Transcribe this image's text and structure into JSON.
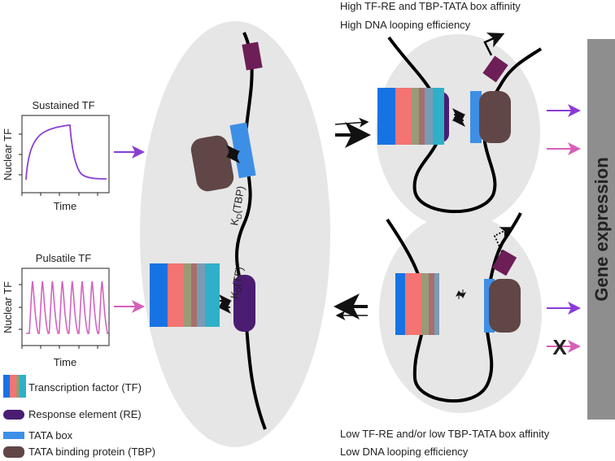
{
  "plots": {
    "sustained": {
      "title": "Sustained TF",
      "ylabel": "Nuclear TF",
      "xlabel": "Time"
    },
    "pulsatile": {
      "title": "Pulsatile TF",
      "ylabel": "Nuclear TF",
      "xlabel": "Time"
    }
  },
  "labels": {
    "kd_tbp": "K",
    "kd_tbp_sub": "D",
    "kd_tbp_rest": "(TBP)",
    "kd_tf": "K",
    "kd_tf_sub": "D",
    "kd_tf_rest": "(TF)"
  },
  "top_right": {
    "line1": "High TF-RE and TBP-TATA box affinity",
    "line2": "High DNA looping efficiency"
  },
  "bottom_right": {
    "line1": "Low TF-RE and/or low TBP-TATA box affinity",
    "line2": "Low DNA looping efficiency"
  },
  "output": {
    "label": "Gene expression",
    "blocked_mark": "X"
  },
  "legend": [
    {
      "icon": "transcription-factor-icon",
      "label": "Transcription factor (TF)"
    },
    {
      "icon": "response-element-icon",
      "label": "Response element (RE)"
    },
    {
      "icon": "tata-box-icon",
      "label": "TATA box"
    },
    {
      "icon": "tbp-icon",
      "label": "TATA binding protein (TBP)"
    }
  ],
  "colors": {
    "purple_arrow": "#8a3bd8",
    "pink_arrow": "#d65fb8",
    "sustained_line": "#8b3fd6",
    "pulsatile_line": "#d562bf",
    "response_element": "#4a1d72",
    "tata_box": "#3d8fe6",
    "tbp": "#604646",
    "gene_box": "#8e8e8e",
    "ellipse": "#e6e6e6",
    "dark_magenta": "#6d1e57"
  }
}
